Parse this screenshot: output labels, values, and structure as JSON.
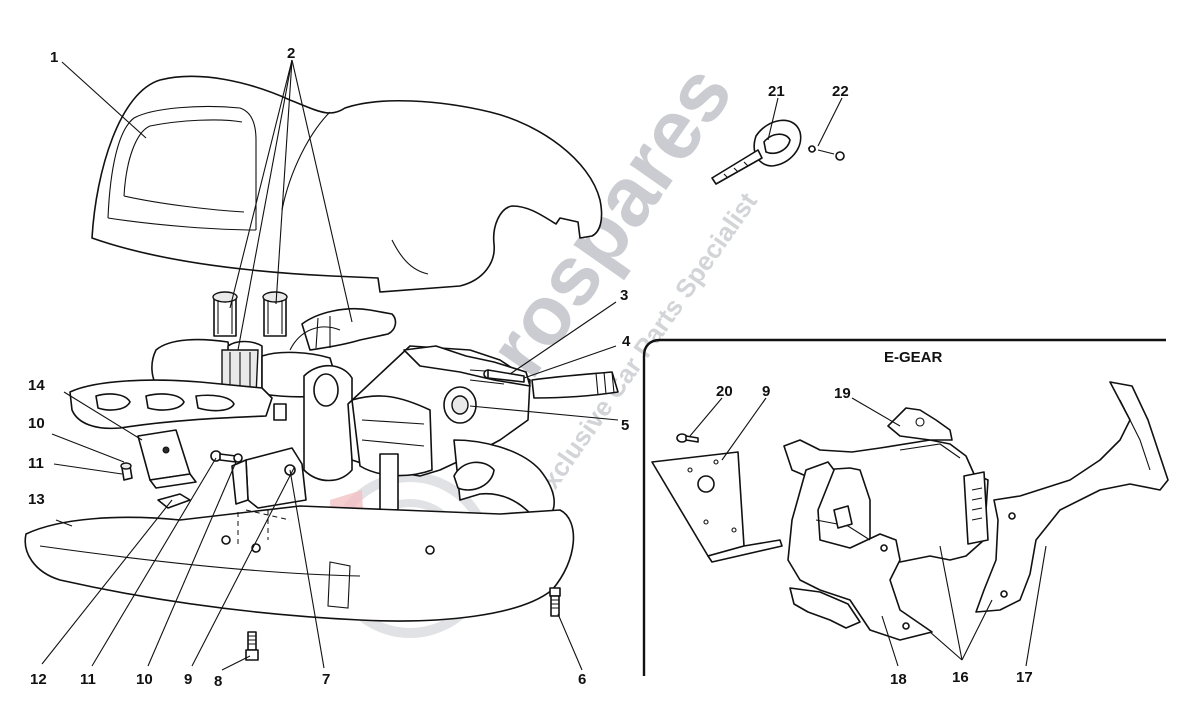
{
  "inset": {
    "title": "E-GEAR"
  },
  "watermark": {
    "brand": "Eurospares",
    "tagline": "Exclusive Car Parts Specialist"
  },
  "callouts": {
    "c1": "1",
    "c2": "2",
    "c3": "3",
    "c4": "4",
    "c5": "5",
    "c6": "6",
    "c7": "7",
    "c8": "8",
    "c9a": "9",
    "c10a": "10",
    "c10b": "10",
    "c11a": "11",
    "c11b": "11",
    "c12": "12",
    "c13": "13",
    "c14": "14",
    "c9b": "9",
    "c20": "20",
    "c19": "19",
    "c16": "16",
    "c17": "17",
    "c18": "18",
    "c21": "21",
    "c22": "22"
  }
}
